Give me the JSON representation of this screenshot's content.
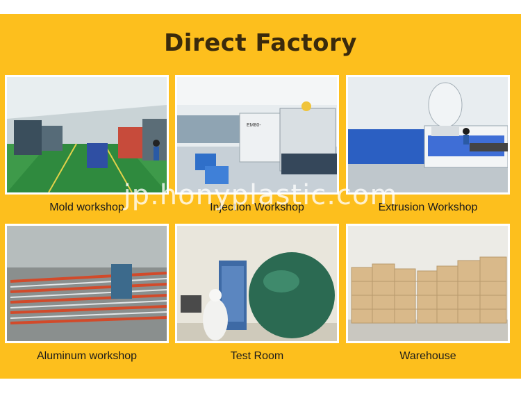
{
  "title": "Direct Factory",
  "watermark": "jp.honyplastic.com",
  "photos": [
    {
      "caption": "Mold workshop"
    },
    {
      "caption": "Injection Workshop",
      "machine_label": "EM80-"
    },
    {
      "caption": "Extrusion Workshop"
    },
    {
      "caption": "Aluminum workshop"
    },
    {
      "caption": "Test Room"
    },
    {
      "caption": "Warehouse"
    }
  ],
  "colors": {
    "background": "#fdbf1d",
    "title_text": "#3a2a0c",
    "caption_text": "#1a1a1a"
  }
}
